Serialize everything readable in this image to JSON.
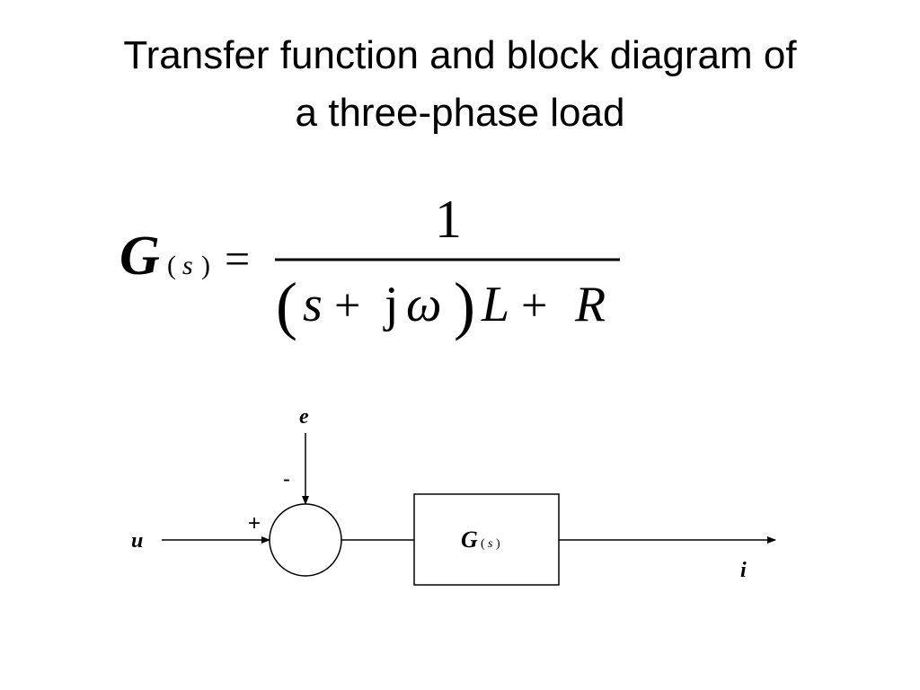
{
  "title": {
    "line1": "Transfer function and block diagram of",
    "line2": "a three-phase load"
  },
  "formula": {
    "lhs_symbol": "G",
    "lhs_arg_open": "(",
    "lhs_arg": "s",
    "lhs_arg_close": ")",
    "equals": "=",
    "numerator": "1",
    "den_paren_open": "(",
    "den_s": "s",
    "den_plus1": "+",
    "den_j": "j",
    "den_omega": "ω",
    "den_paren_close": ")",
    "den_L": "L",
    "den_plus2": "+",
    "den_R": "R"
  },
  "block_diagram": {
    "input_label": "u",
    "disturbance_label": "e",
    "plus_sign": "+",
    "minus_sign": "-",
    "block_symbol": "G",
    "block_arg_open": "(",
    "block_arg": "s",
    "block_arg_close": ")",
    "output_label": "i"
  }
}
